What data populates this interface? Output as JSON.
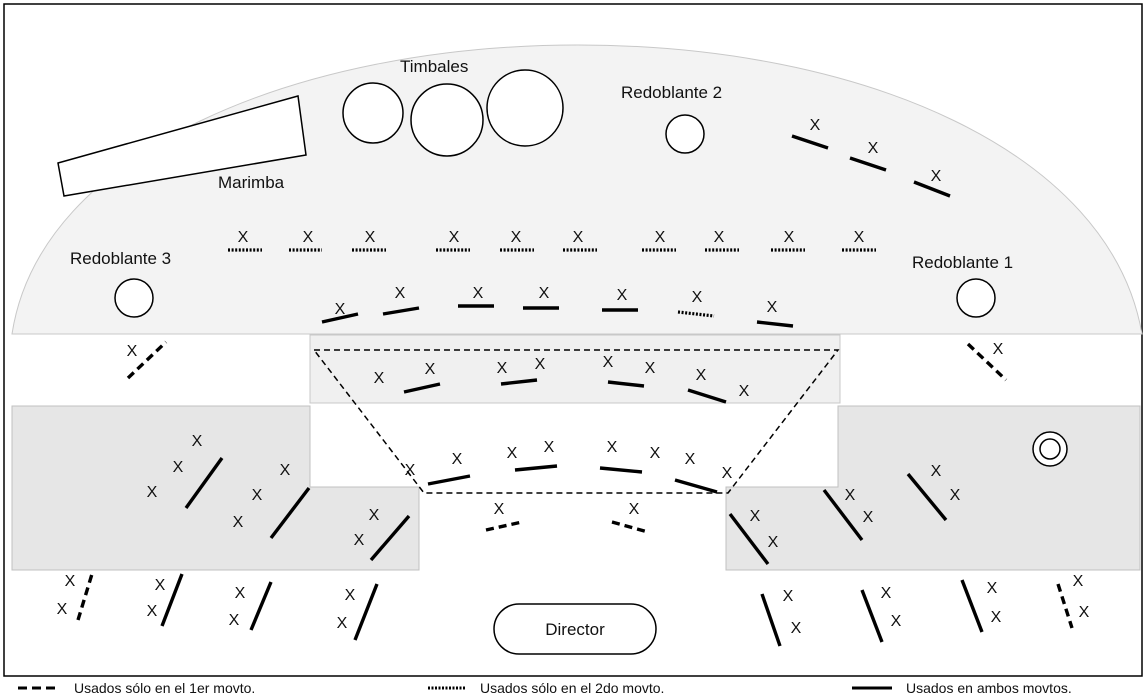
{
  "labels": {
    "timbales": "Timbales",
    "redoblante_1": "Redoblante 1",
    "redoblante_2": "Redoblante 2",
    "redoblante_3": "Redoblante 3",
    "marimba": "Marimba",
    "director": "Director"
  },
  "seat_marker": "X",
  "legend": {
    "first_movement": "Usados sólo en el 1er movto.",
    "second_movement": "Usados sólo en el 2do movto.",
    "both_movements": "Usados en ambos movtos."
  },
  "colors": {
    "stage_fill": "#f3f3f3",
    "riser_fill": "#e6e6e6",
    "ink": "#000000"
  }
}
